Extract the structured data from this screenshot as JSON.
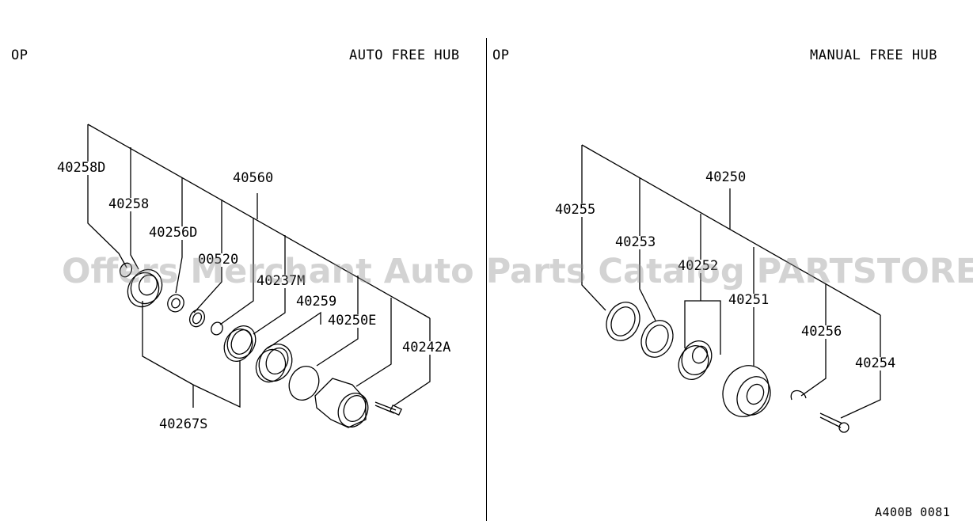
{
  "left_panel": {
    "code": "OP",
    "title": "AUTO FREE HUB",
    "parts": {
      "p40258D": "40258D",
      "p40258": "40258",
      "p40256D": "40256D",
      "p40560": "40560",
      "p00520": "00520",
      "p40237M": "40237M",
      "p40259": "40259",
      "p40250E": "40250E",
      "p40242A": "40242A",
      "p40267S": "40267S"
    }
  },
  "right_panel": {
    "code": "OP",
    "title": "MANUAL FREE HUB",
    "parts": {
      "p40250": "40250",
      "p40255": "40255",
      "p40253": "40253",
      "p40252": "40252",
      "p40251": "40251",
      "p40256": "40256",
      "p40254": "40254"
    }
  },
  "watermark": "Offers Merchant Auto Parts Catalog PARTSTORE.SA",
  "diagram_code": "A400B 0081"
}
